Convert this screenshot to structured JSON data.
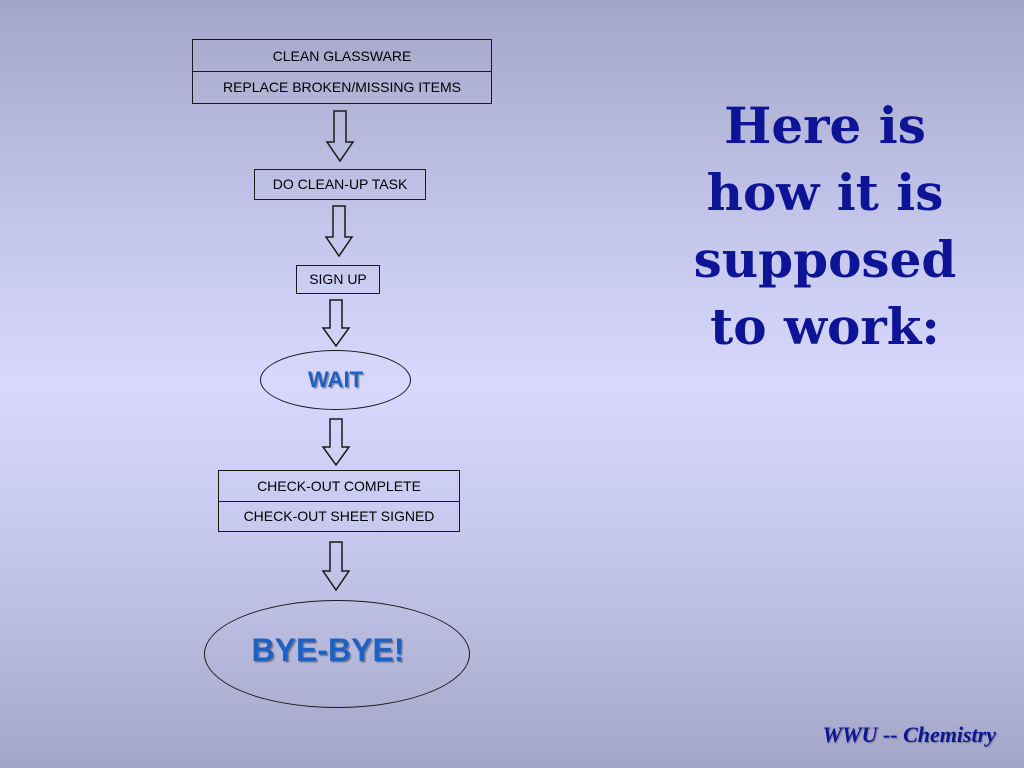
{
  "flowchart": {
    "step1": {
      "line1": "CLEAN GLASSWARE",
      "line2": "REPLACE BROKEN/MISSING ITEMS"
    },
    "step2": "DO CLEAN-UP TASK",
    "step3": "SIGN UP",
    "step4": "WAIT",
    "step5": {
      "line1": "CHECK-OUT COMPLETE",
      "line2": "CHECK-OUT SHEET SIGNED"
    },
    "step6": "BYE-BYE!"
  },
  "heading": {
    "line1": "Here is",
    "line2": "how it is",
    "line3": "supposed",
    "line4": "to work:"
  },
  "footer": "WWU -- Chemistry",
  "colors": {
    "heading": "#0d1495",
    "oval_text": "#1a62c4",
    "background_center": "#d8d8fe",
    "background_edge": "#a4a6c8"
  }
}
